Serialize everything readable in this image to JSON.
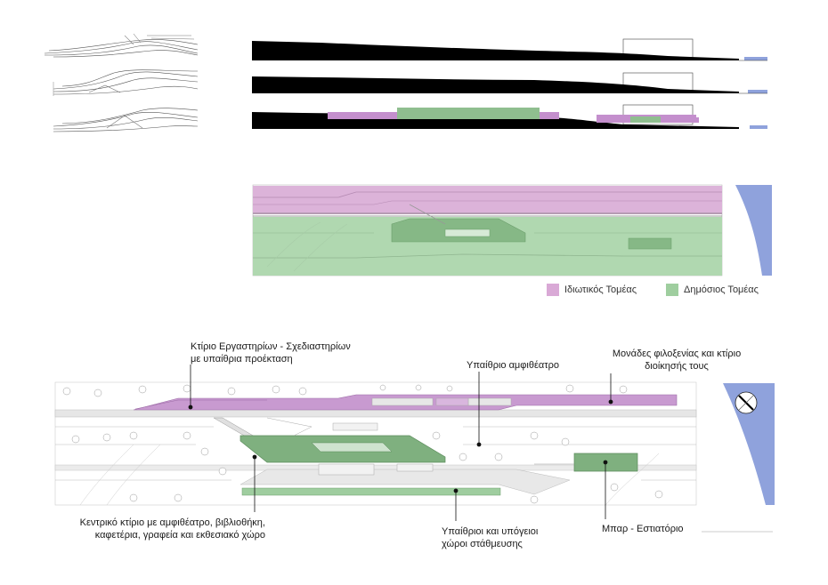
{
  "legend": {
    "private": {
      "label": "Ιδιωτικός Τομέας",
      "color": "#d9a9d6"
    },
    "public": {
      "label": "Δημόσιος Τομέας",
      "color": "#9fce9f"
    }
  },
  "colors": {
    "private_sector": "#c48fcd",
    "public_sector": "#8fbe8f",
    "water": "#8fa2dc",
    "section_fill": "#000000"
  },
  "annotations": {
    "workshops": {
      "line1": "Κτίριο Εργαστηρίων - Σχεδιαστηρίων",
      "line2": "με υπαίθρια προέκταση"
    },
    "amphitheatre": {
      "line1": "Υπαίθριο αμφιθέατρο"
    },
    "housing": {
      "line1": "Μονάδες φιλοξενίας και κτίριο",
      "line2": "διοίκησής τους"
    },
    "central": {
      "line1": "Κεντρικό κτίριο με αμφιθέατρο, βιβλιοθήκη,",
      "line2": "καφετέρια, γραφεία και εκθεσιακό χώρο"
    },
    "parking": {
      "line1": "Υπαίθριοι και υπόγειοι",
      "line2": "χώροι στάθμευσης"
    },
    "bar": {
      "line1": "Μπαρ - Εστιατόριο"
    }
  },
  "icons": [
    "north-arrow-icon"
  ]
}
